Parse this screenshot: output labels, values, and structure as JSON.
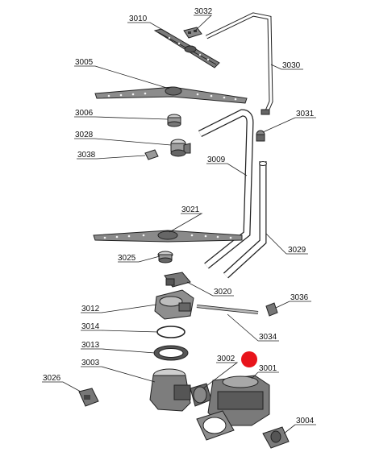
{
  "diagram": {
    "labels": {
      "p3010": "3010",
      "p3032": "3032",
      "p3030": "3030",
      "p3005": "3005",
      "p3006": "3006",
      "p3031": "3031",
      "p3028": "3028",
      "p3038": "3038",
      "p3009": "3009",
      "p3021": "3021",
      "p3029": "3029",
      "p3025": "3025",
      "p3020": "3020",
      "p3012": "3012",
      "p3036": "3036",
      "p3014": "3014",
      "p3034": "3034",
      "p3013": "3013",
      "p3002": "3002",
      "p3003": "3003",
      "p3001": "3001",
      "p3026": "3026",
      "p3004": "3004"
    },
    "colors": {
      "marker": "#e8141b",
      "line": "#222222",
      "part_fill": "#9a9a9a",
      "part_dark": "#555555",
      "part_light": "#d8d8d8"
    }
  }
}
